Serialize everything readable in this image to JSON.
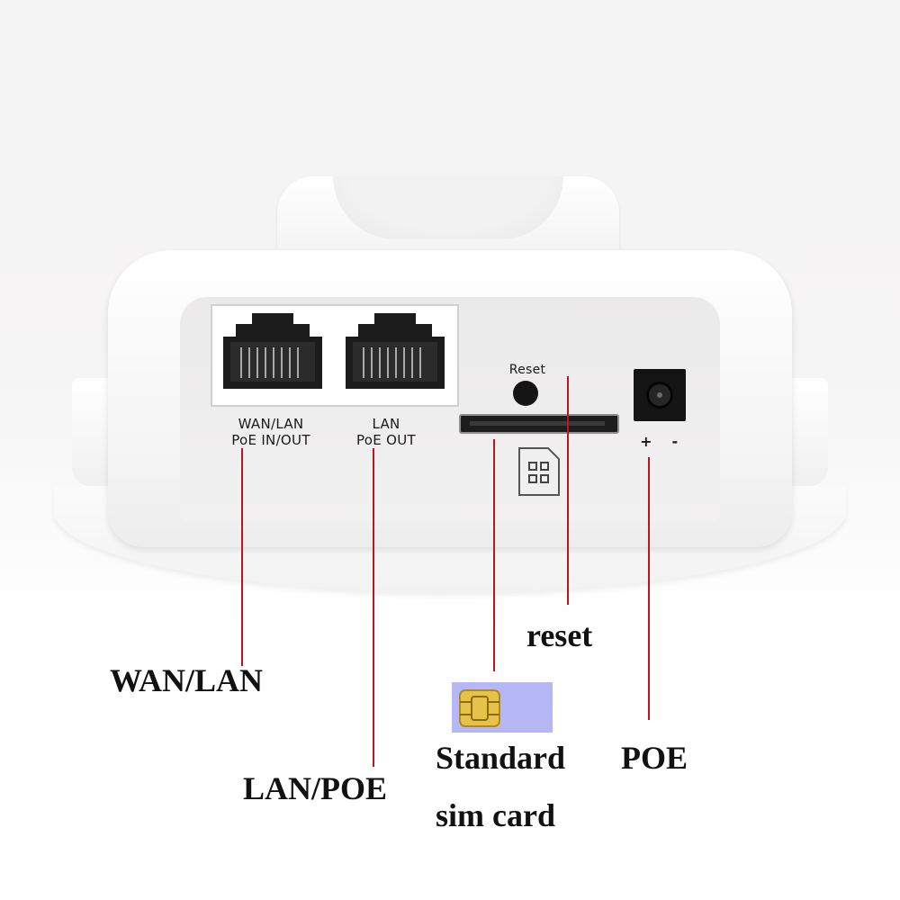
{
  "device": {
    "reset_label": "Reset",
    "wan_port_label": [
      "WAN/LAN",
      "PoE IN/OUT"
    ],
    "lan_port_label": [
      "LAN",
      "PoE OUT"
    ],
    "power_polarity": {
      "positive": "+",
      "negative": "-"
    }
  },
  "callouts": {
    "wan_lan": "WAN/LAN",
    "lan_poe": "LAN/POE",
    "reset": "reset",
    "poe": "POE",
    "sim_line1": "Standard",
    "sim_line2": "sim card"
  },
  "colors": {
    "callout_line": "#c0141c",
    "sim_card_fill": "#b5b8f4",
    "sim_chip": "#e6c24a"
  },
  "icons": [
    "rj45-port-icon",
    "sim-tray-icon",
    "sim-card-icon",
    "dc-power-jack-icon"
  ]
}
